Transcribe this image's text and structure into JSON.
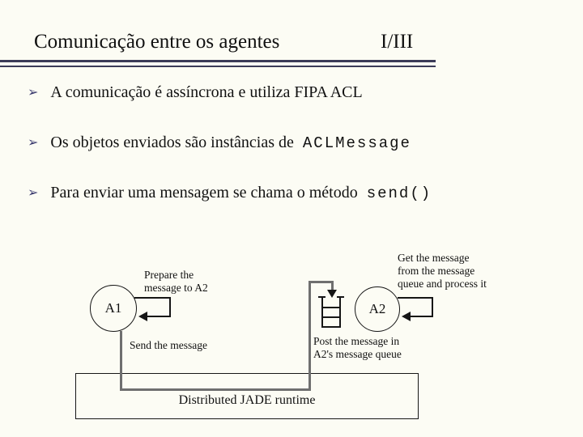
{
  "slide": {
    "title": "Comunicação entre os agentes",
    "page_indicator": "I/III",
    "bullet_icon_glyph": "➢",
    "bullets": [
      {
        "text": "A comunicação é assíncrona e utiliza FIPA ACL",
        "code": ""
      },
      {
        "text": "Os objetos enviados são instâncias de",
        "code": "ACLMessage"
      },
      {
        "text": "Para enviar uma mensagem se chama o método",
        "code": "send()"
      }
    ],
    "colors": {
      "background": "#FCFCF4",
      "accent": "#3A3A6E",
      "divider": "#3B3B58",
      "text": "#111111",
      "diagram_line": "#161616",
      "send_path": "#6F6F6F"
    }
  },
  "diagram": {
    "agent1_label": "A1",
    "agent2_label": "A2",
    "prepare_label": "Prepare the\nmessage to A2",
    "send_label": "Send the message",
    "get_label": "Get the message\nfrom the message\nqueue and process it",
    "post_label": "Post the message in\nA2's message queue",
    "runtime_label": "Distributed JADE runtime"
  }
}
